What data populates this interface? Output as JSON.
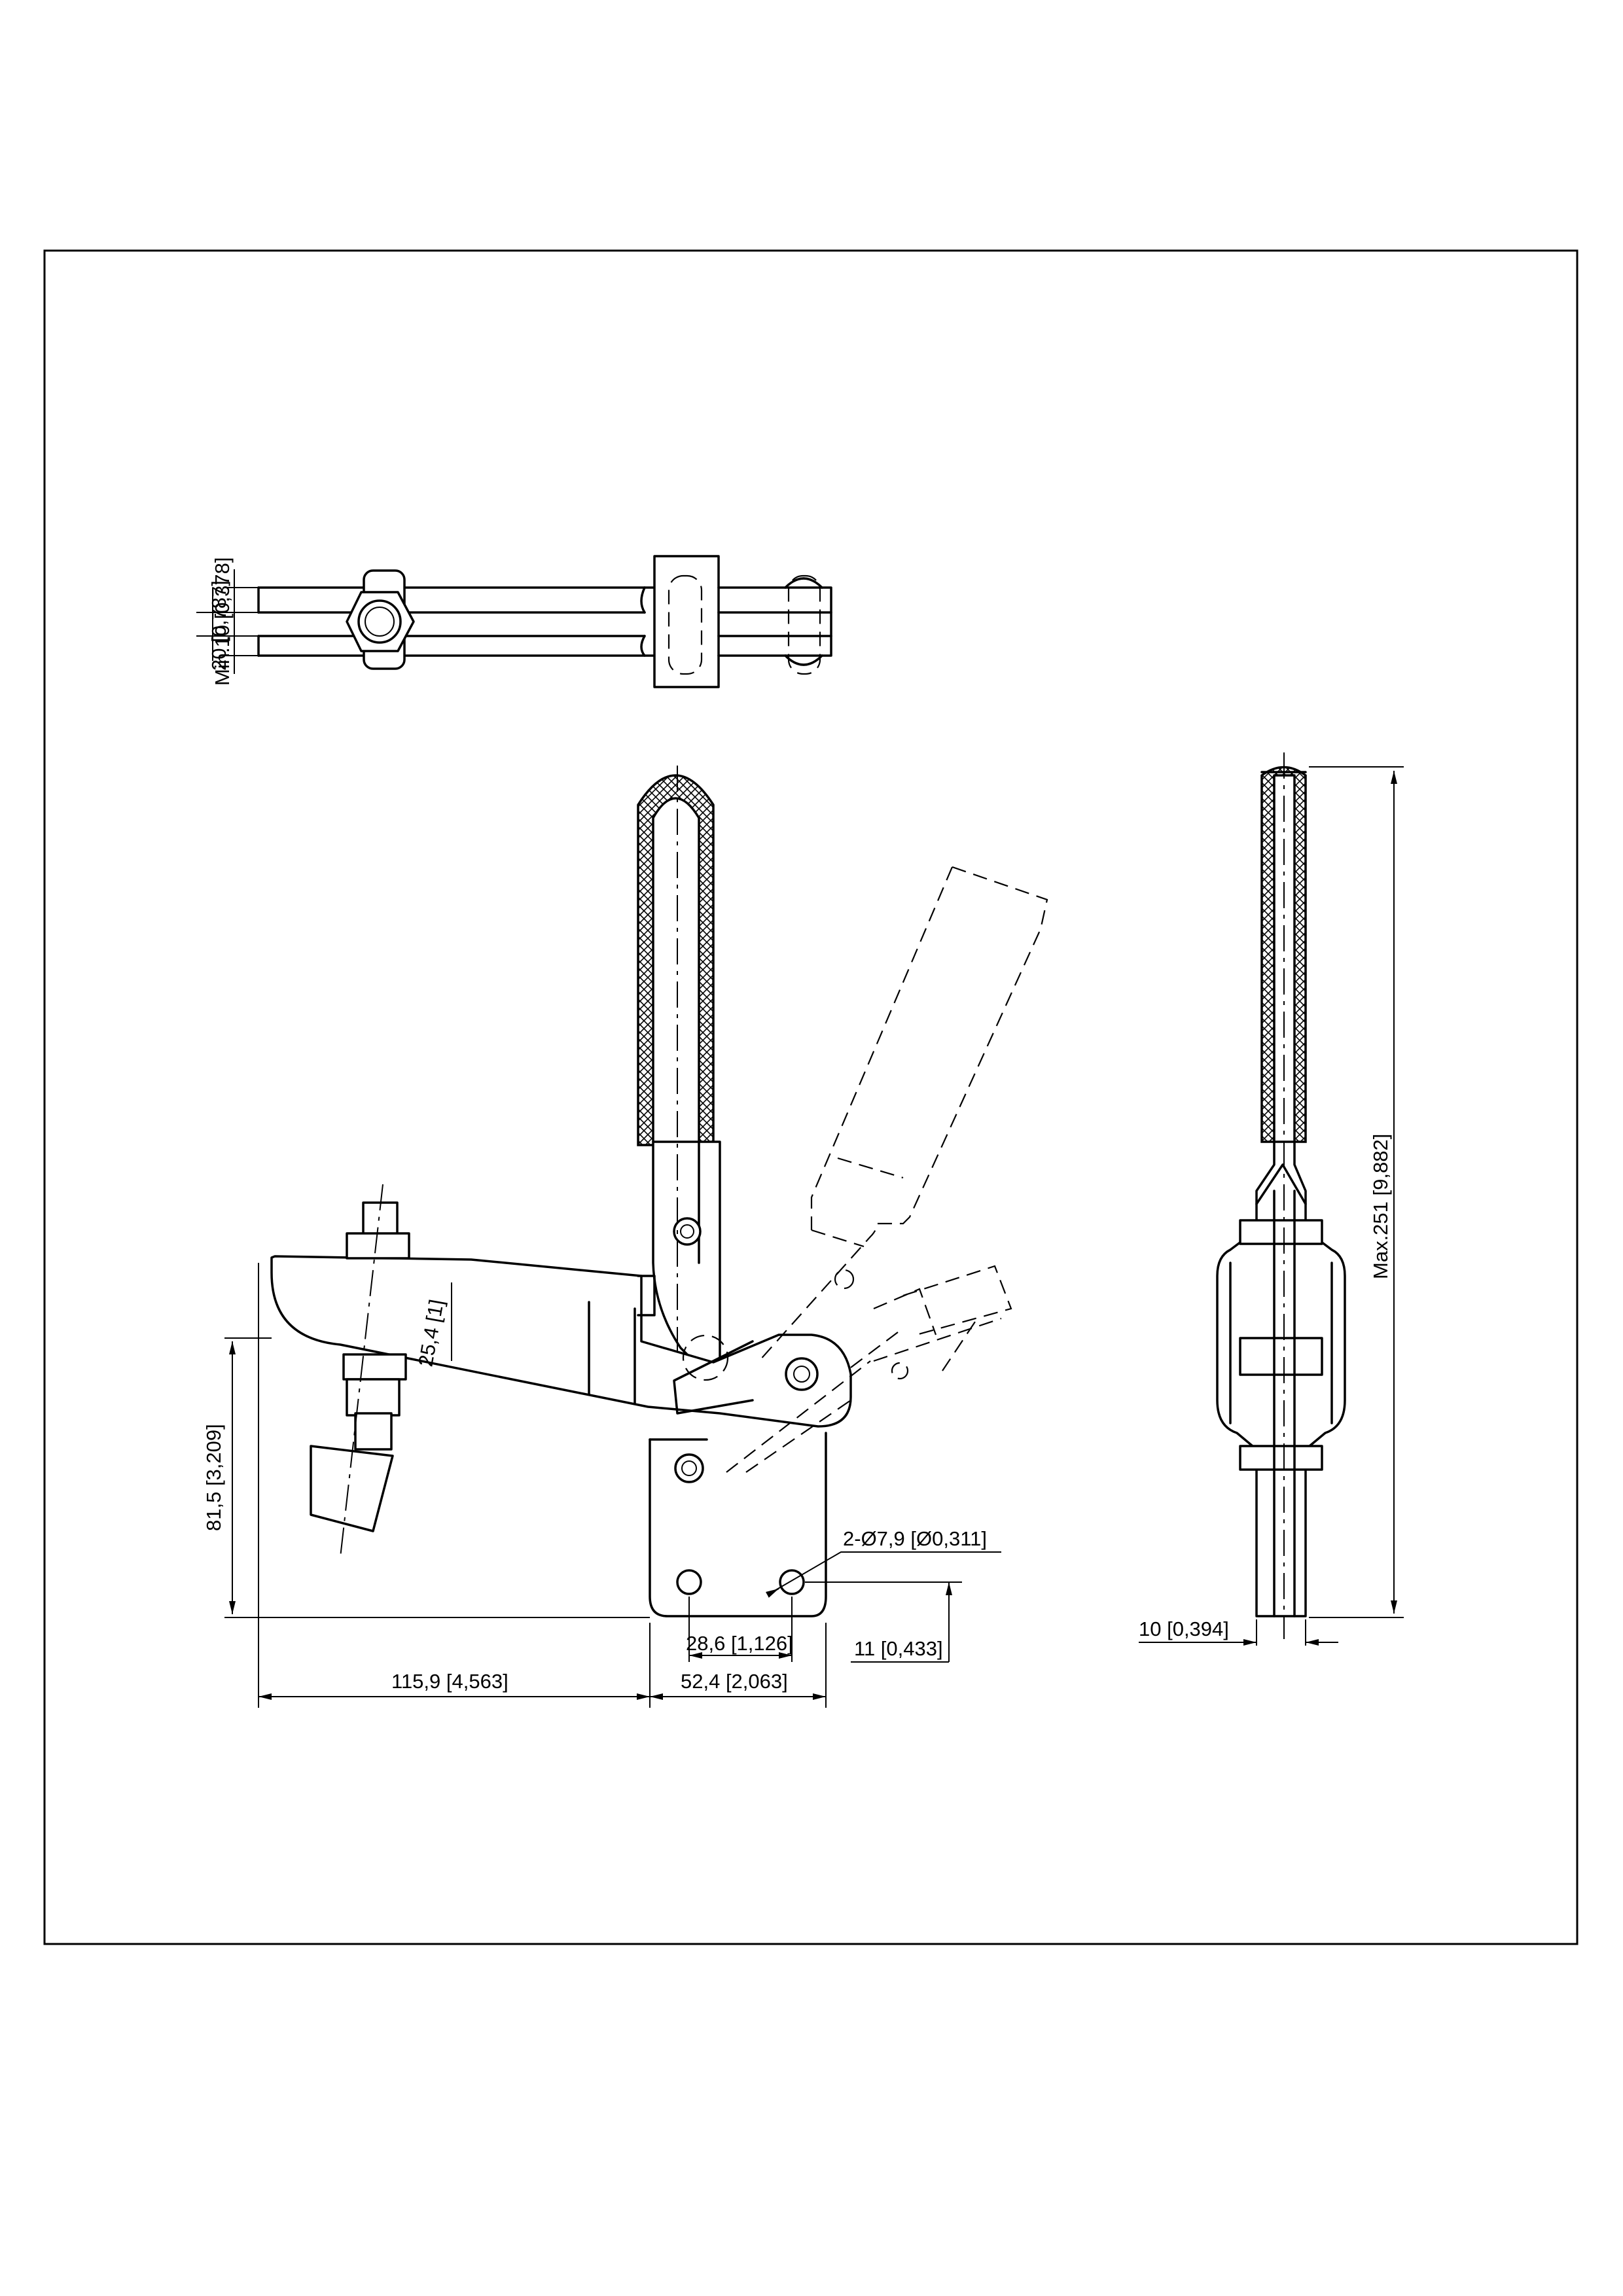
{
  "drawing": {
    "top_view": {
      "dims": {
        "width": "20 [0,787]",
        "min_gap": "Min.10 [0,378]"
      }
    },
    "front_view": {
      "dims": {
        "arm_height": "25,4 [1]",
        "height": "81,5 [3,209]",
        "hole_spacing": "28,6 [1,126]",
        "holes": "2-Ø7,9 [Ø0,311]",
        "base_offset": "11 [0,433]",
        "reach": "115,9 [4,563]",
        "base_width": "52,4 [2,063]"
      }
    },
    "side_view": {
      "dims": {
        "max_height": "Max.251 [9,882]",
        "thickness": "10 [0,394]"
      }
    }
  }
}
